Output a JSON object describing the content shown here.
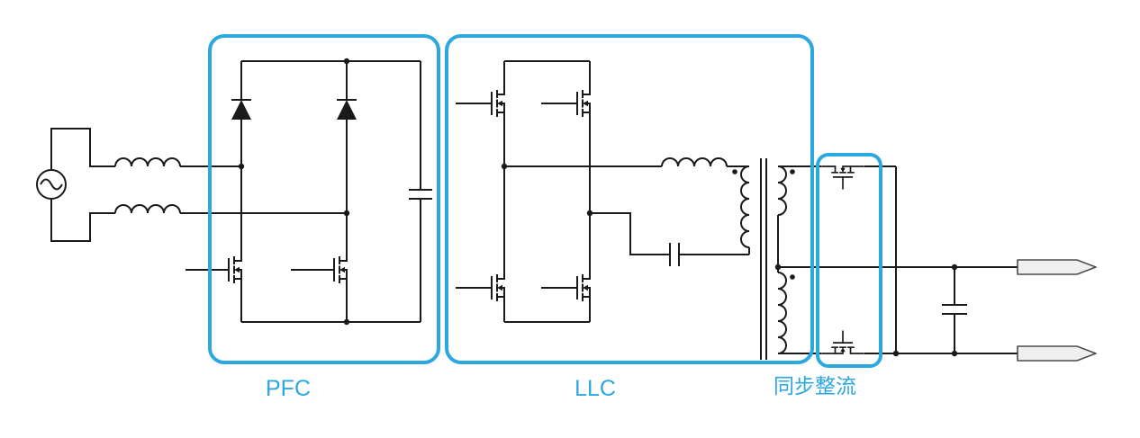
{
  "diagram": {
    "type": "power-supply-schematic",
    "description": "AC-DC converter topology: bridgeless PFC stage, LLC resonant full-bridge stage with transformer, synchronous rectification output stage",
    "labels": {
      "pfc": "PFC",
      "llc": "LLC",
      "sync_rect": "同步整流"
    },
    "colors": {
      "highlight": "#2BA8E0",
      "line": "#1A1A1A",
      "terminal_fill": "#EFEFEF",
      "terminal_stroke": "#4D4D4D",
      "background": "#FFFFFF"
    },
    "components": [
      "ac-source",
      "emi-filter-inductors",
      "pfc-boost-diodes",
      "pfc-mosfets",
      "dc-link-capacitor",
      "llc-full-bridge-mosfets",
      "resonant-inductor",
      "resonant-capacitor",
      "isolation-transformer",
      "synchronous-rectifier-mosfets",
      "output-capacitor",
      "output-terminals"
    ]
  }
}
